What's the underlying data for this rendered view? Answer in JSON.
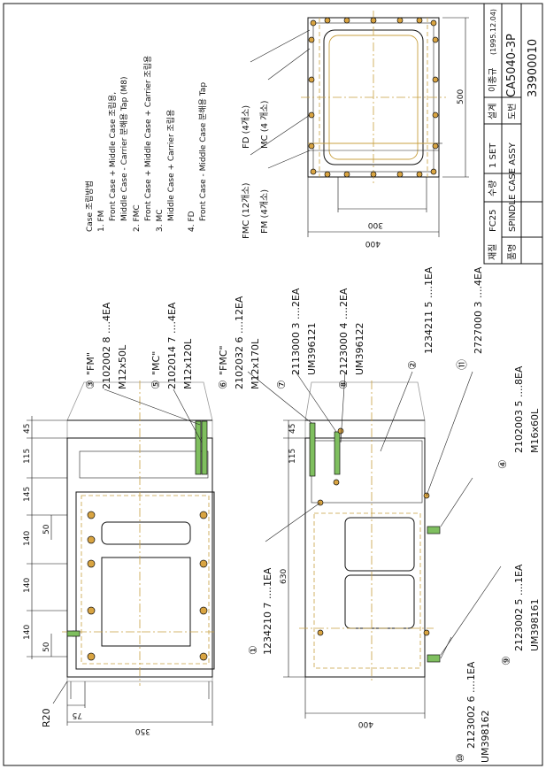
{
  "title_block": {
    "material_label": "재질",
    "material": "FC25",
    "qty_label": "수량",
    "qty": "1 SET",
    "design_label": "설계",
    "designer": "이종규",
    "date": "(1995.12.04)",
    "part_name_label": "품명",
    "part_name": "SPINDLE CASE ASSY",
    "drawing_no_label": "도번",
    "drawing_no": "33900010",
    "model": "CA5040-3P"
  },
  "notes": {
    "heading": "Case 조립방법",
    "lines": [
      "1. FM",
      "Front Case + Middle Case 조립용,",
      "Middle Case - Carrier 분해용 Tap (M8)",
      "2. FMC",
      "Front Case + Middle Case + Carrier 조립용",
      "3. MC",
      "Middle Case + Carrier 조립용",
      "4. FD",
      "Front Case - Middle Case 분해용 Tap"
    ]
  },
  "callouts": [
    {
      "no": "③",
      "name": "\"FM\"",
      "code": "2102002",
      "qty": "4EA",
      "spec": "M12x50L"
    },
    {
      "no": "⑤",
      "name": "\"MC\"",
      "code": "2102014",
      "qty": "4EA",
      "spec": "M12x120L"
    },
    {
      "no": "⑥",
      "name": "\"FMC\"",
      "code": "2102032",
      "qty": "12EA",
      "spec": "M12x170L"
    },
    {
      "no": "⑦",
      "name": "",
      "code": "2113000",
      "qty": "2EA",
      "spec": "UM396121"
    },
    {
      "no": "⑧",
      "name": "",
      "code": "2123000",
      "qty": "2EA",
      "spec": "UM396122"
    },
    {
      "no": "②",
      "name": "",
      "code": "1234211",
      "qty": "1EA",
      "spec": ""
    },
    {
      "no": "⑪",
      "name": "",
      "code": "2727000",
      "qty": "4EA",
      "spec": ""
    },
    {
      "no": "④",
      "name": "",
      "code": "2102003",
      "qty": "8EA",
      "spec": "M16x60L"
    },
    {
      "no": "①",
      "name": "",
      "code": "1234210",
      "qty": "1EA",
      "spec": ""
    },
    {
      "no": "⑨",
      "name": "",
      "code": "2123002",
      "qty": "1EA",
      "spec": "UM398161"
    },
    {
      "no": "⑩",
      "name": "",
      "code": "2123002",
      "qty": "1EA",
      "spec": "UM398162"
    }
  ],
  "callout_full": {
    "c3": "2102002 8 ....4EA",
    "c5": "2102014 7 ....4EA",
    "c6": "2102032 6 ....12EA",
    "c7": "2113000 3 ....2EA",
    "c8": "2123000 4 ....2EA",
    "c2": "1234211 5 ....1EA",
    "c11": "2727000 3 ....4EA",
    "c4": "2102003 5 ....8EA",
    "c1": "1234210 7 ....1EA",
    "c9": "2123002 5 ....1EA",
    "c10": "2123002 6 ....1EA"
  },
  "top_view_labels": {
    "fd": "FD (4개소)",
    "mc": "MC (4 개소)",
    "fmc": "FMC (12개소)",
    "fm": "FM (4개소)",
    "dim_500": "500",
    "dim_300": "300",
    "dim_400": "400"
  },
  "front_view_dims": {
    "d45": "45",
    "d115": "115",
    "d145": "145",
    "d140a": "140",
    "d140b": "140",
    "d140c": "140",
    "d50a": "50",
    "d50b": "50",
    "d75": "75",
    "d350": "350",
    "r20": "R20"
  },
  "side_view_dims": {
    "d45": "45",
    "d115": "115",
    "d630": "630",
    "d400": "400"
  },
  "colors": {
    "accent": "#c8a040",
    "holes": "#d9a441",
    "bolt": "#7fbf5f"
  }
}
